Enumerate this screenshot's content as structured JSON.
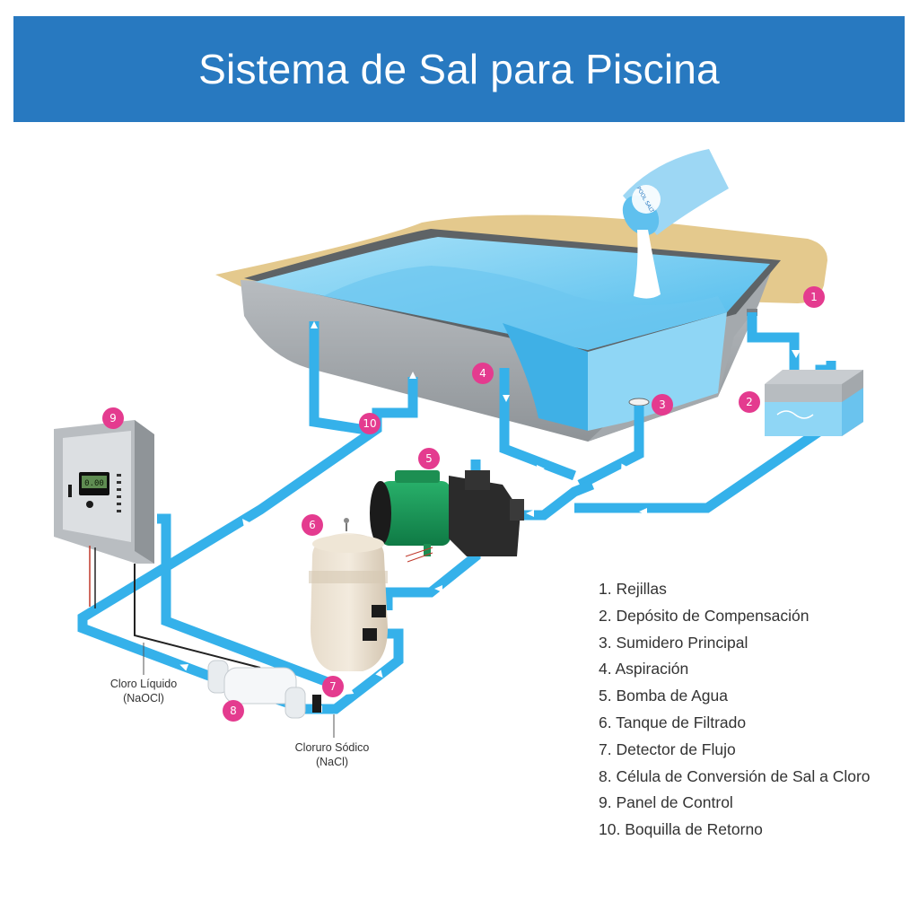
{
  "title": "Sistema de Sal para Piscina",
  "legend": [
    "1. Rejillas",
    "2. Depósito de Compensación",
    "3. Sumidero Principal",
    "4. Aspiración",
    "5. Bomba de Agua",
    "6. Tanque de Filtrado",
    "7. Detector de Flujo",
    "8. Célula de Conversión de Sal a Cloro",
    "9. Panel de Control",
    "10. Boquilla de Retorno"
  ],
  "badges": {
    "b1": "1",
    "b2": "2",
    "b3": "3",
    "b4": "4",
    "b5": "5",
    "b6": "6",
    "b7": "7",
    "b8": "8",
    "b9": "9",
    "b10": "10"
  },
  "chemicals": {
    "liquid_chlorine_line1": "Cloro Líquido",
    "liquid_chlorine_line2": "(NaOCl)",
    "sodium_chloride_line1": "Cloruro Sódico",
    "sodium_chloride_line2": "(NaCl)"
  },
  "control_panel_display": "0.00",
  "salt_bag_label": "POOL SALT",
  "colors": {
    "header": "#2879c0",
    "pipe": "#35b1ea",
    "badge": "#e43b8f",
    "water": "#8fd6f5",
    "deck": "#e4c98d"
  }
}
